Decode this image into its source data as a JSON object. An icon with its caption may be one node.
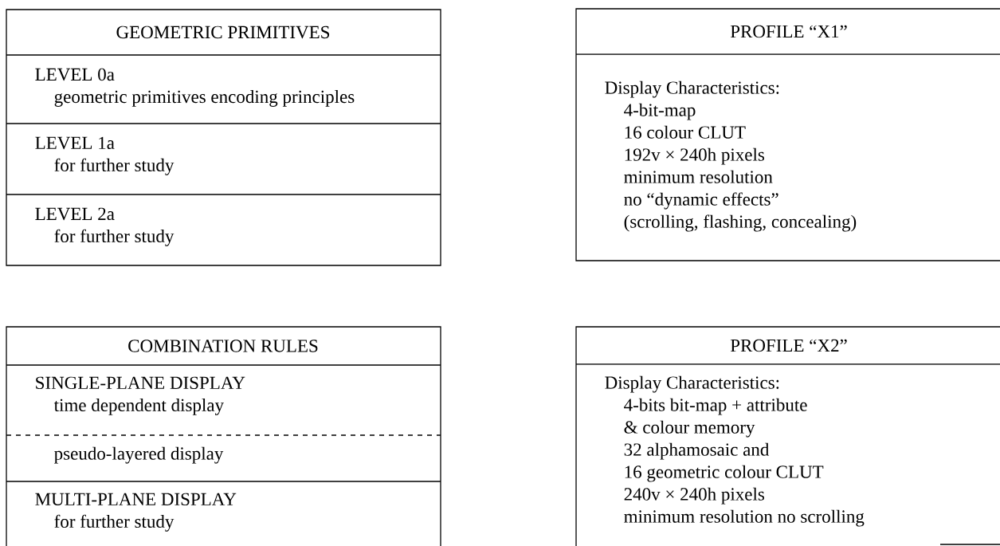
{
  "diagram": {
    "nodes": [
      {
        "text": [
          "GEOMETRIC PRIMITIVES"
        ]
      },
      {
        "text": [
          "LEVEL 0a",
          "geometric primitives encoding principles"
        ],
        "in": 0
      },
      {
        "text": [
          "LEVEL 1a",
          "for further study"
        ],
        "in": 0
      },
      {
        "text": [
          "LEVEL 2a",
          "for further study"
        ],
        "in": 0
      },
      {
        "text": [
          "PROFILE “X1”"
        ]
      },
      {
        "text": [
          "Display Characteristics:",
          "4-bit-map",
          "16 colour CLUT",
          "192v × 240h pixels",
          "minimum resolution",
          "no “dynamic effects”",
          "(scrolling, flashing, concealing)"
        ],
        "in": 4
      },
      {
        "text": [
          "COMBINATION RULES"
        ]
      },
      {
        "text": [
          "SINGLE-PLANE DISPLAY",
          "time dependent display"
        ],
        "in": 6
      },
      {
        "text": [
          "pseudo-layered display"
        ],
        "in": 6
      },
      {
        "text": [
          "MULTI-PLANE DISPLAY",
          "for further study"
        ],
        "in": 6
      },
      {
        "text": [
          "PROFILE “X2”"
        ]
      },
      {
        "text": [
          "Display Characteristics:",
          "4-bits bit-map + attribute",
          "& colour memory",
          "32 alphamosaic and",
          "16 geometric colour CLUT",
          "240v × 240h pixels",
          "minimum resolution no scrolling"
        ],
        "in": 10
      }
    ]
  }
}
